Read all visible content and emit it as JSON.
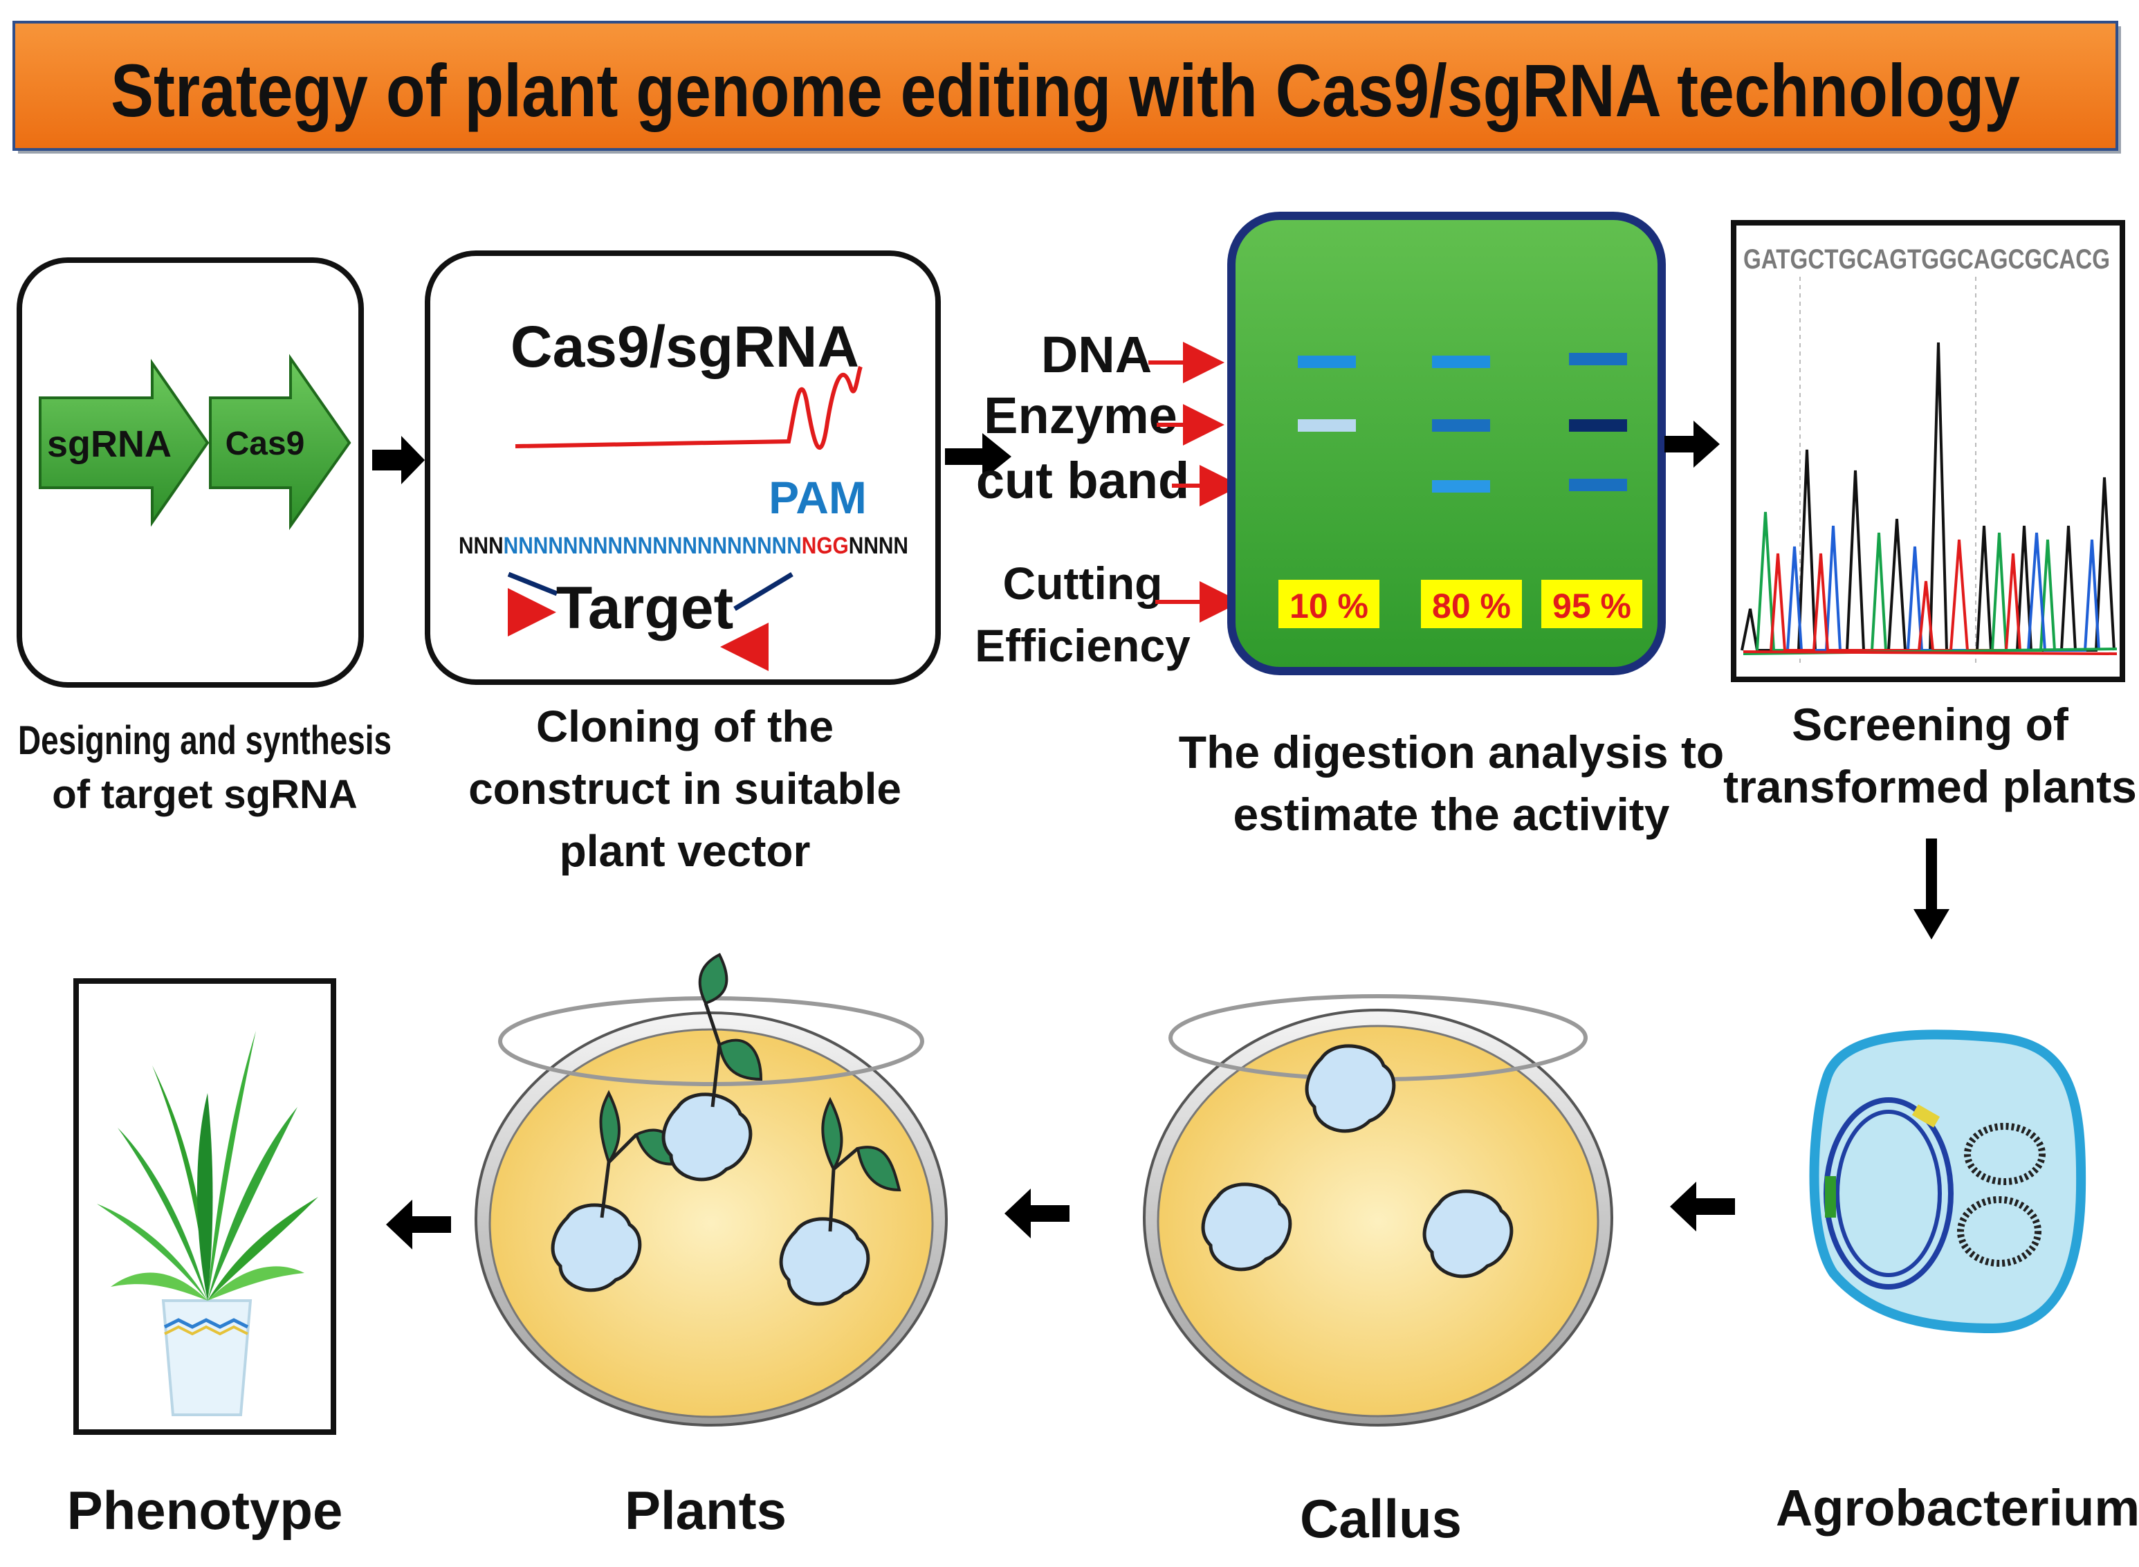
{
  "title": "Strategy of plant genome editing with Cas9/sgRNA technology",
  "colors": {
    "title_bg": "#f07a1c",
    "arrow_green": "#3fa535",
    "gel_green": "#4caf3f",
    "label_yellow": "#ffff00",
    "red": "#e11b1b",
    "blue_seq": "#1a7ac4",
    "dark_blue": "#0a2a6b"
  },
  "step1": {
    "sgrna_label": "sgRNA",
    "cas9_label": "Cas9",
    "caption_line1": "Designing and synthesis",
    "caption_line2": "of target sgRNA"
  },
  "step2": {
    "heading": "Cas9/sgRNA",
    "pam": "PAM",
    "seq_left": "NNN",
    "seq_target": "NNNNNNNNNNNNNNNNNNNN",
    "seq_pam": "NGG",
    "seq_right": "NNNN",
    "target_label": "Target",
    "caption_line1": "Cloning of the",
    "caption_line2": "construct in suitable",
    "caption_line3": "plant vector"
  },
  "step3": {
    "label_dna": "DNA",
    "label_enzyme": "Enzyme",
    "label_cut": "cut band",
    "label_cutting": "Cutting",
    "label_efficiency": "Efficiency",
    "efficiencies": [
      "10 %",
      "80 %",
      "95 %"
    ],
    "caption_line1": "The digestion analysis to",
    "caption_line2": "estimate the activity"
  },
  "step4": {
    "sequence": "GATGCTGCAGTGGCAGCGCACG",
    "caption_line1": "Screening of",
    "caption_line2": "transformed plants"
  },
  "bottom": {
    "agrobacterium": "Agrobacterium",
    "callus": "Callus",
    "plants": "Plants",
    "phenotype": "Phenotype"
  }
}
